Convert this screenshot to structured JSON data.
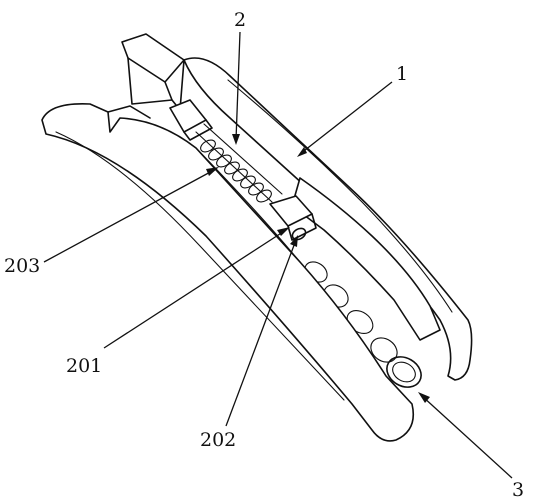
{
  "callouts": {
    "part_1": "1",
    "part_2": "2",
    "part_3": "3",
    "part_201": "201",
    "part_202": "202",
    "part_203": "203"
  }
}
